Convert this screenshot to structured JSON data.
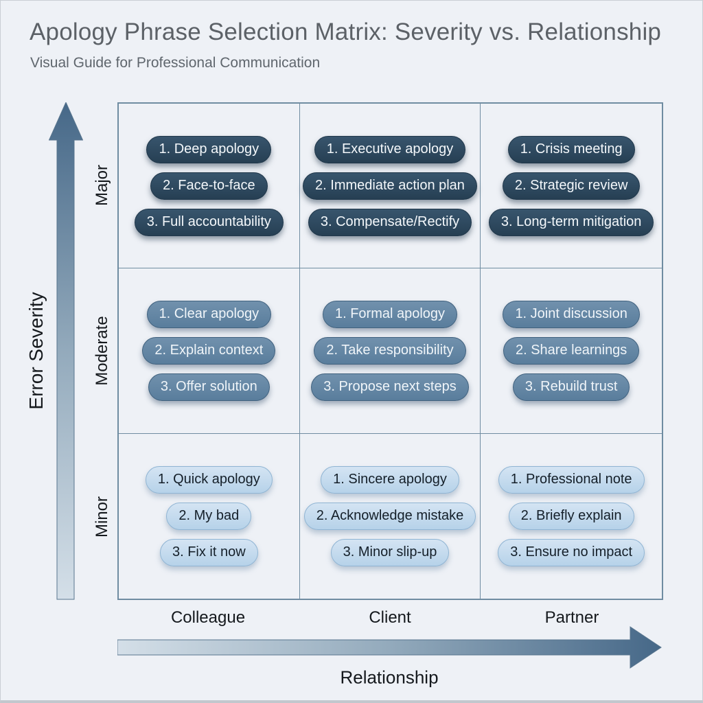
{
  "header": {
    "title": "Apology Phrase Selection Matrix: Severity vs. Relationship",
    "subtitle": "Visual Guide for Professional Communication"
  },
  "axes": {
    "y": {
      "label": "Error Severity",
      "categories": [
        "Major",
        "Moderate",
        "Minor"
      ],
      "direction": "arrow-up"
    },
    "x": {
      "label": "Relationship",
      "categories": [
        "Colleague",
        "Client",
        "Partner"
      ],
      "direction": "arrow-right"
    }
  },
  "matrix": {
    "rows": [
      {
        "severity": "Major",
        "cells": [
          {
            "relationship": "Colleague",
            "items": [
              "1. Deep apology",
              "2. Face-to-face",
              "3. Full accountability"
            ]
          },
          {
            "relationship": "Client",
            "items": [
              "1. Executive apology",
              "2. Immediate action plan",
              "3. Compensate/Rectify"
            ]
          },
          {
            "relationship": "Partner",
            "items": [
              "1. Crisis meeting",
              "2. Strategic review",
              "3. Long-term mitigation"
            ]
          }
        ]
      },
      {
        "severity": "Moderate",
        "cells": [
          {
            "relationship": "Colleague",
            "items": [
              "1. Clear apology",
              "2. Explain context",
              "3. Offer solution"
            ]
          },
          {
            "relationship": "Client",
            "items": [
              "1. Formal apology",
              "2. Take responsibility",
              "3. Propose next steps"
            ]
          },
          {
            "relationship": "Partner",
            "items": [
              "1. Joint discussion",
              "2. Share learnings",
              "3. Rebuild trust"
            ]
          }
        ]
      },
      {
        "severity": "Minor",
        "cells": [
          {
            "relationship": "Colleague",
            "items": [
              "1. Quick apology",
              "2. My bad",
              "3. Fix it now"
            ]
          },
          {
            "relationship": "Client",
            "items": [
              "1. Sincere apology",
              "2. Acknowledge mistake",
              "3. Minor slip-up"
            ]
          },
          {
            "relationship": "Partner",
            "items": [
              "1. Professional note",
              "2. Briefly explain",
              "3. Ensure no impact"
            ]
          }
        ]
      }
    ]
  },
  "colors": {
    "background": "#eef1f6",
    "grid_line": "#6f8ca1",
    "pill_major": "#2c4a61",
    "pill_major_text": "#f4f8fb",
    "pill_moderate": "#6286a4",
    "pill_moderate_text": "#f0f5f9",
    "pill_minor": "#bdd8ec",
    "pill_minor_text": "#141f29",
    "arrow_gradient_dark": "#466888",
    "arrow_gradient_light": "#d4dfe8",
    "title_text": "#5c6167"
  }
}
